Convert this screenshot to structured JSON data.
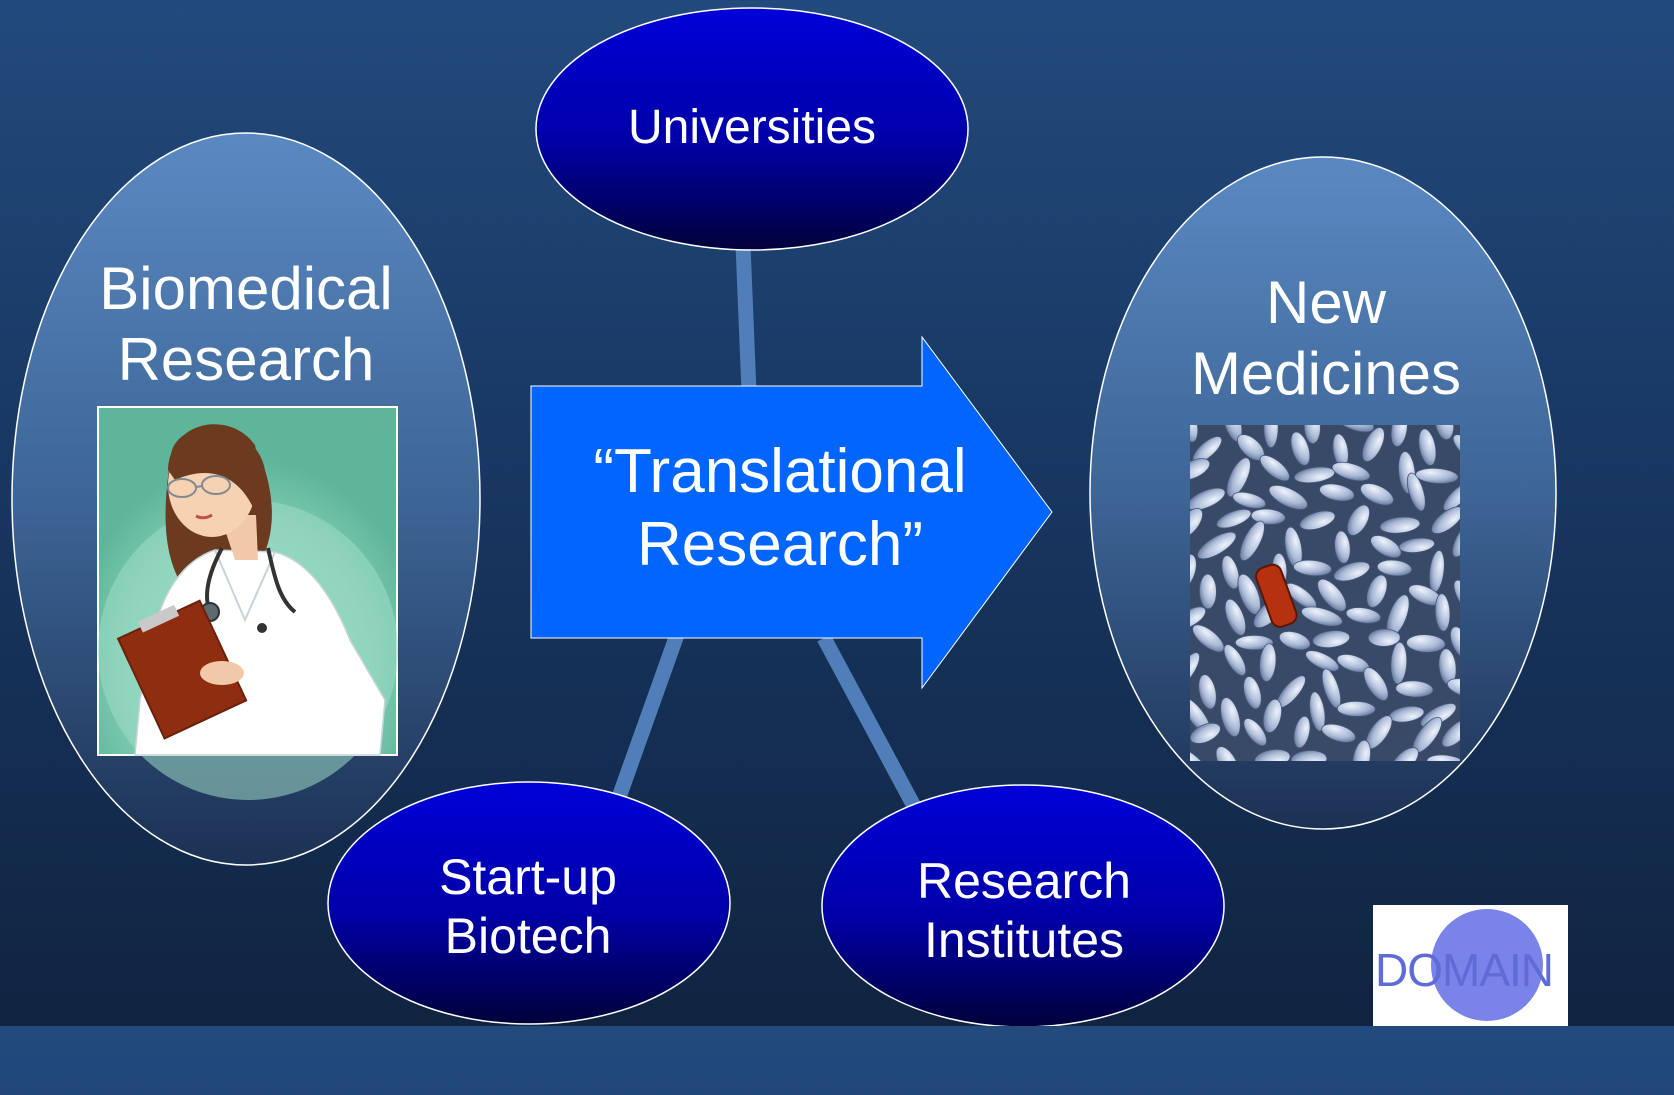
{
  "diagram": {
    "left_node": {
      "lines": [
        "Biomedical",
        "Research"
      ],
      "image": "doctor-with-clipboard-illustration"
    },
    "right_node": {
      "lines": [
        "New",
        "Medicines"
      ],
      "image": "pills-photo"
    },
    "top_node": {
      "label": "Universities"
    },
    "center_arrow": {
      "lines": [
        "“Translational",
        "Research”"
      ]
    },
    "bottom_left_node": {
      "lines": [
        "Start-up",
        "Biotech"
      ]
    },
    "bottom_right_node": {
      "lines": [
        "Research",
        "Institutes"
      ]
    }
  },
  "logo": {
    "text": "DOMAIN"
  },
  "colors": {
    "arrow_fill": "#0066ff",
    "node_dark": "#0000cc",
    "node_light": "#4f7eb8",
    "connector": "#4f7eb8"
  }
}
